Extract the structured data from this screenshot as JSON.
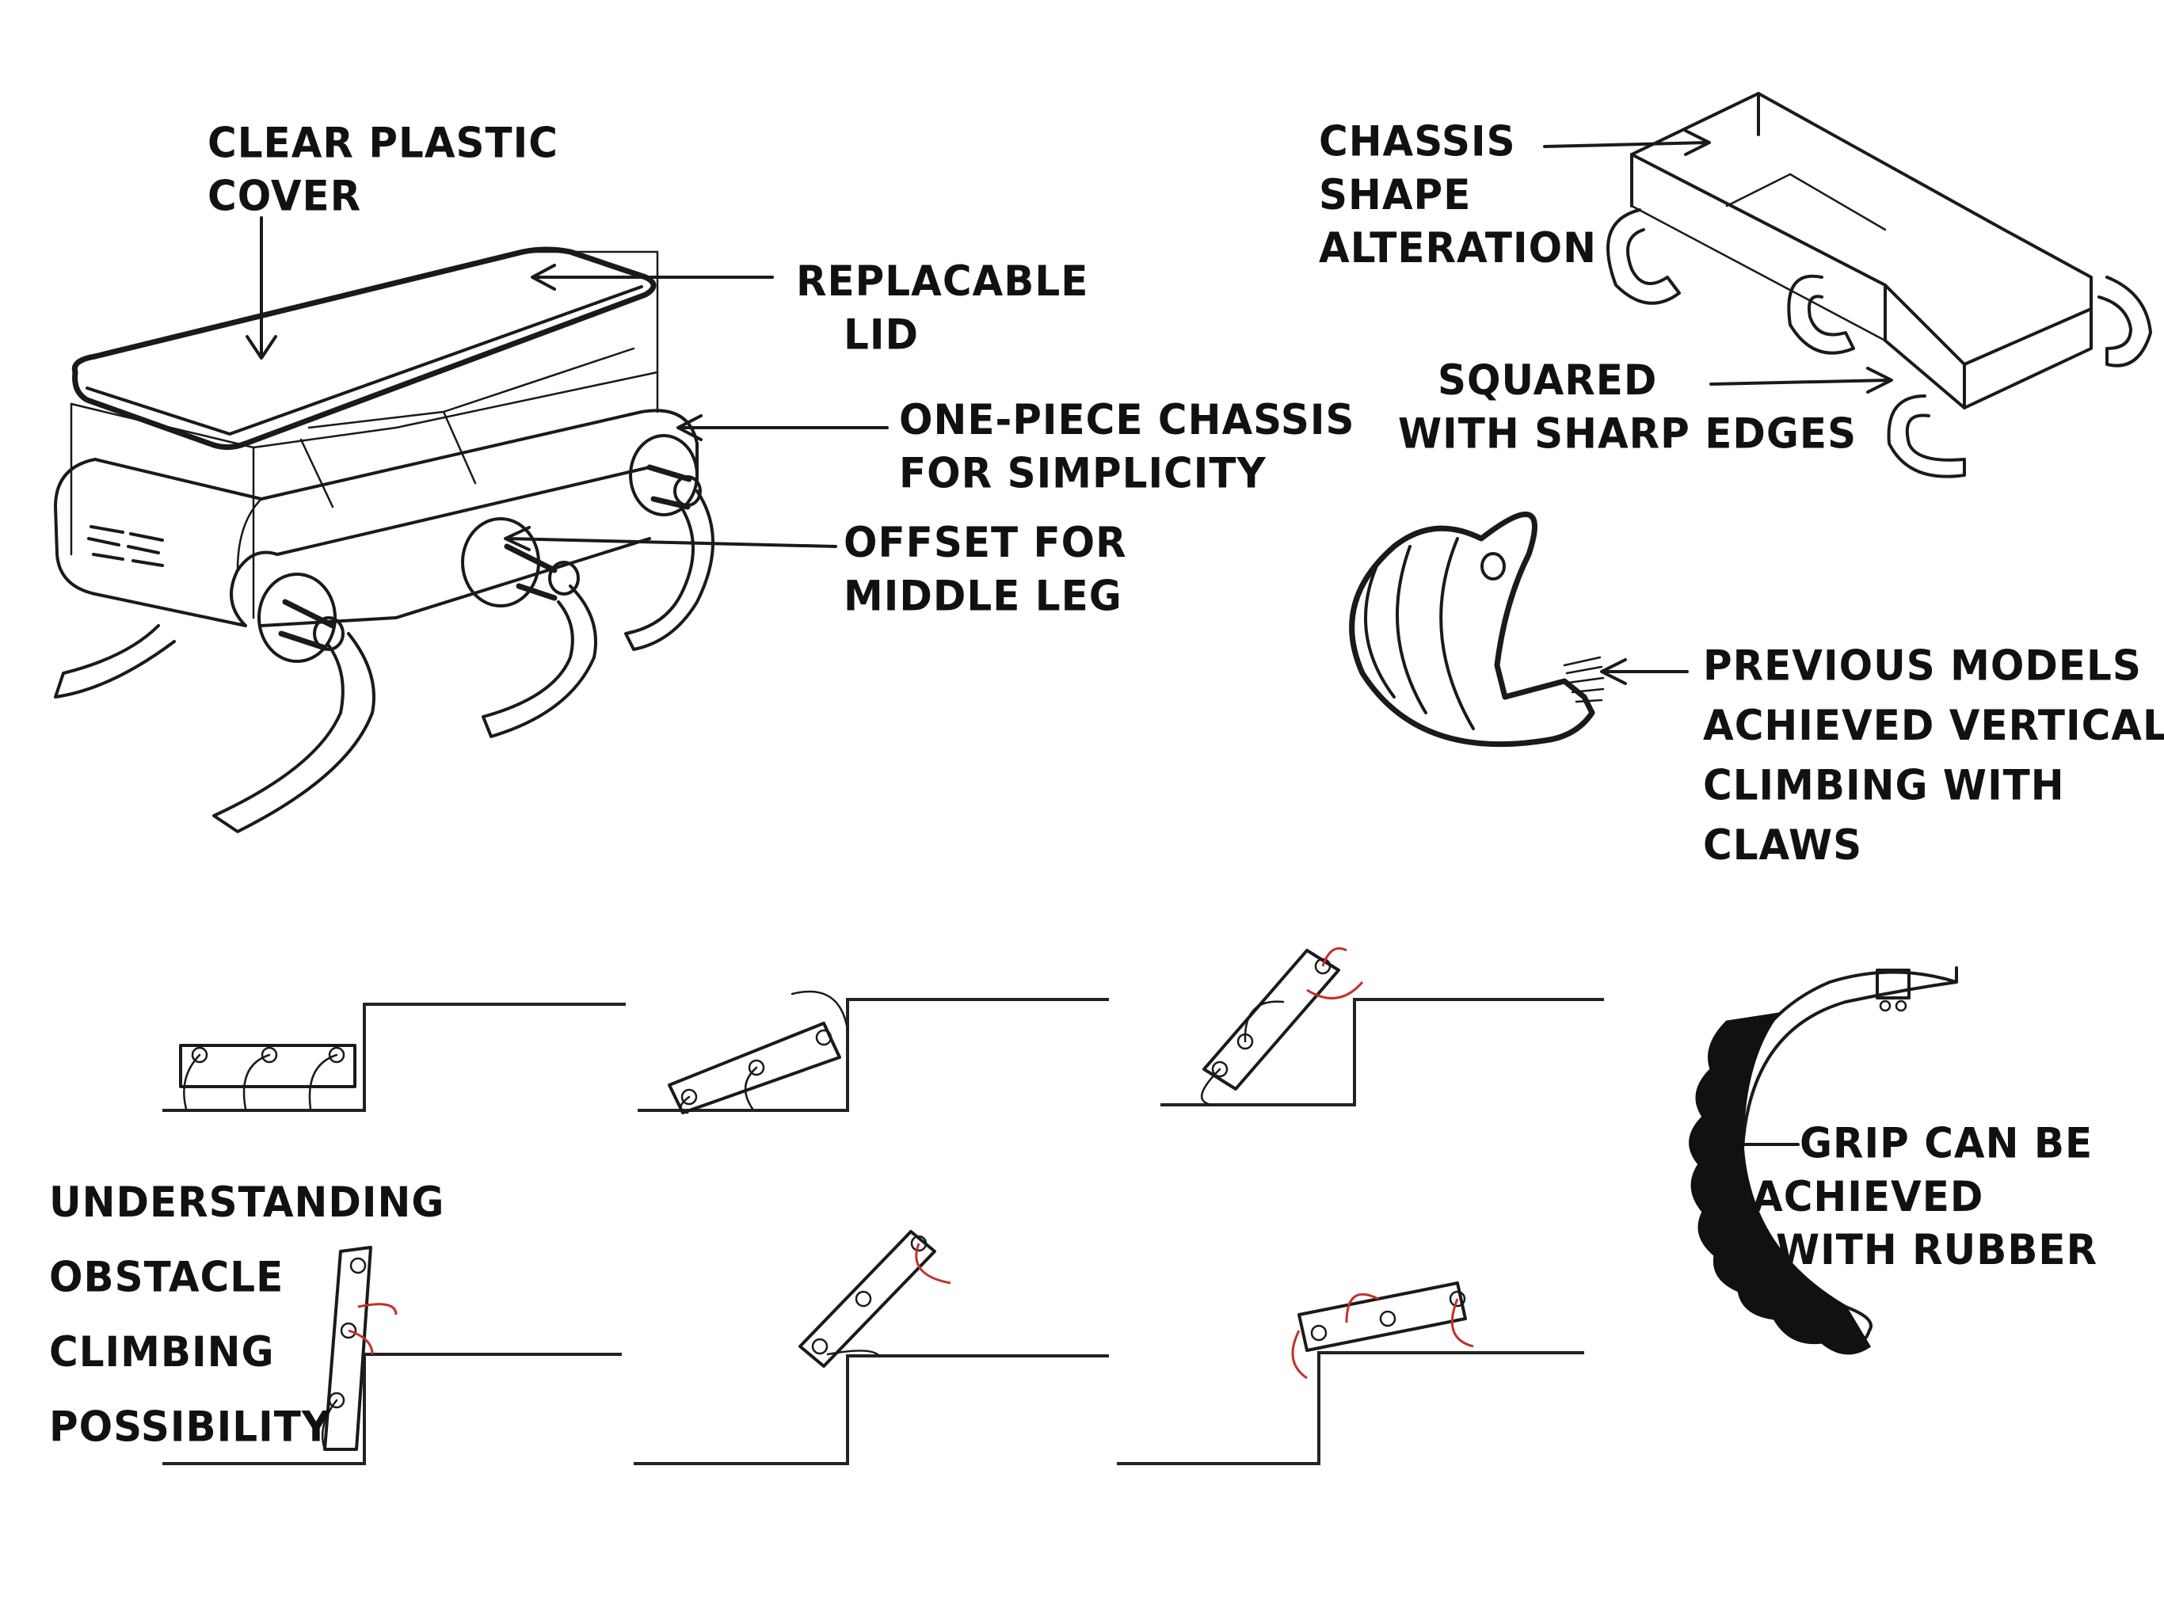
{
  "labels": {
    "clear_plastic_cover": [
      "CLEAR PLASTIC",
      "COVER"
    ],
    "replacable_lid": [
      "REPLACABLE",
      "LID"
    ],
    "one_piece_chassis": [
      "ONE-PIECE CHASSIS",
      "FOR SIMPLICITY"
    ],
    "offset_middle_leg": [
      "OFFSET FOR",
      "MIDDLE LEG"
    ],
    "chassis_shape": [
      "CHASSIS",
      "SHAPE",
      "ALTERATION"
    ],
    "squared_edges": [
      "SQUARED",
      "WITH SHARP EDGES"
    ],
    "previous_models": [
      "PREVIOUS MODELS",
      "ACHIEVED VERTICAL",
      "CLIMBING WITH",
      "CLAWS"
    ],
    "understanding": [
      "UNDERSTANDING",
      "OBSTACLE",
      "CLIMBING",
      "POSSIBILITY"
    ],
    "grip_rubber": [
      "GRIP CAN BE",
      "ACHIEVED",
      "WITH RUBBER"
    ]
  },
  "icons": [
    "robot-chassis-sketch",
    "chassis-alteration-sketch",
    "claw-leg-sketch",
    "rubber-grip-leg-sketch",
    "stair-climbing-sequence"
  ],
  "colors": {
    "ink": "#1a1a1a",
    "accent_red": "#c4302b",
    "paper": "#ffffff"
  }
}
